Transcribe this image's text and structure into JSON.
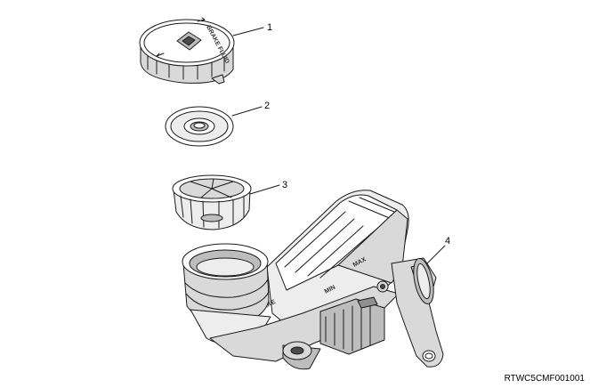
{
  "diagram": {
    "drawing_code": "RTWC5CMF001001",
    "callouts": [
      {
        "id": 1,
        "label": "1"
      },
      {
        "id": 2,
        "label": "2"
      },
      {
        "id": 3,
        "label": "3"
      },
      {
        "id": 4,
        "label": "4"
      }
    ],
    "embossed": {
      "cap_text": "BRAKE FLUID"
    },
    "colors": {
      "line": "#1a1a1a",
      "shade_light": "#ededed",
      "shade_mid": "#d9d9d9",
      "shade_dark": "#8f8f8f"
    }
  }
}
